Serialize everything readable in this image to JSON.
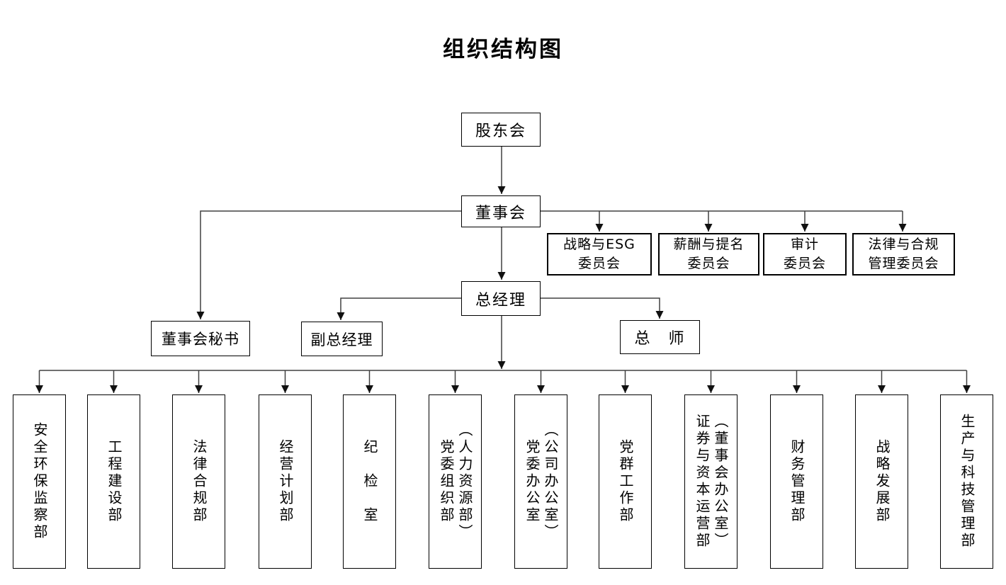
{
  "title": "组织结构图",
  "nodes": {
    "shareholders": {
      "label": "股东会"
    },
    "board": {
      "label": "董事会"
    },
    "general_manager": {
      "label": "总经理"
    },
    "board_secretary": {
      "label": "董事会秘书"
    },
    "deputy_general_manager": {
      "label": "副总经理"
    },
    "chief_engineer": {
      "label": "总　师"
    }
  },
  "committees": [
    {
      "line1": "战略与ESG",
      "line2": "委员会"
    },
    {
      "line1": "薪酬与提名",
      "line2": "委员会"
    },
    {
      "line1": "审计",
      "line2": "委员会"
    },
    {
      "line1": "法律与合规",
      "line2": "管理委员会"
    }
  ],
  "departments": [
    {
      "label": "安全环保监察部"
    },
    {
      "label": "工程建设部"
    },
    {
      "label": "法律合规部"
    },
    {
      "label": "经营计划部"
    },
    {
      "label": "纪　检　室"
    },
    {
      "label": "党委组织部",
      "sublabel": "（人力资源部）"
    },
    {
      "label": "党委办公室",
      "sublabel": "（公司办公室）"
    },
    {
      "label": "党群工作部"
    },
    {
      "label": "证券与资本运营部",
      "sublabel": "（董事会办公室）"
    },
    {
      "label": "财务管理部"
    },
    {
      "label": "战略发展部"
    },
    {
      "label": "生产与科技管理部"
    }
  ],
  "colors": {
    "line": "#404040",
    "arrowhead": "#111111",
    "box_border": "#000000",
    "text": "#000000",
    "background": "#ffffff"
  }
}
